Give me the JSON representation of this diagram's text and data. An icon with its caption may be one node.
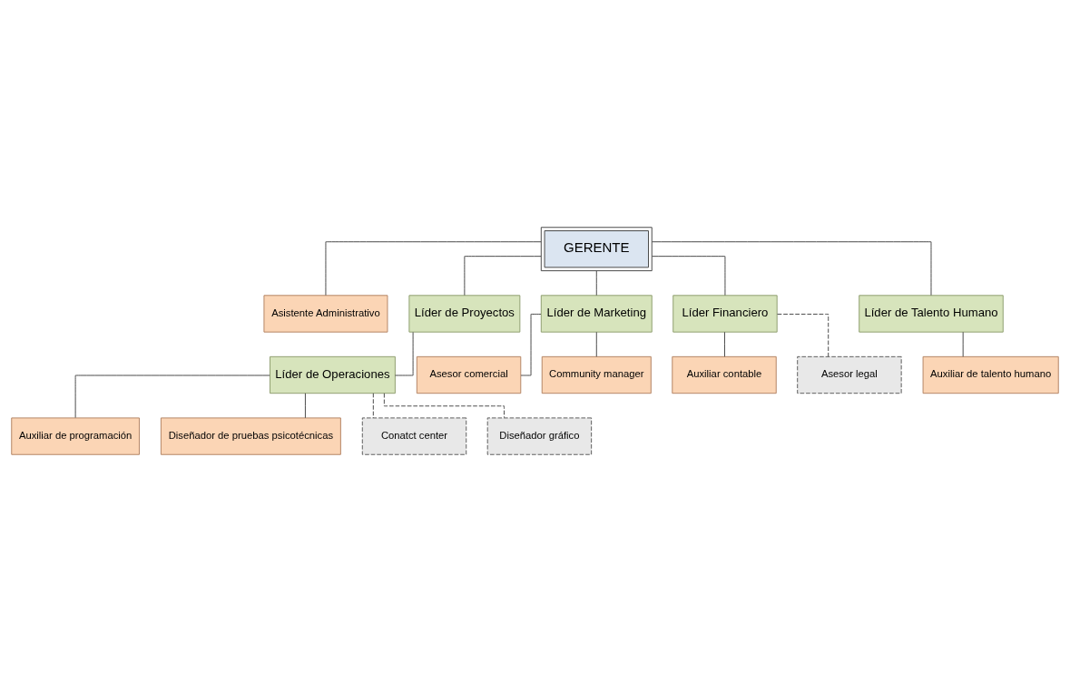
{
  "diagram": {
    "nodes": [
      {
        "text": [
          "GERENTE"
        ]
      },
      {
        "text": [
          "Asistente Administrativo"
        ]
      },
      {
        "text": [
          "Líder de Proyectos"
        ]
      },
      {
        "text": [
          "Líder de Marketing"
        ]
      },
      {
        "text": [
          "Líder Financiero"
        ]
      },
      {
        "text": [
          "Líder de Talento Humano"
        ]
      },
      {
        "text": [
          "Líder de Operaciones"
        ]
      },
      {
        "text": [
          "Auxiliar de programación"
        ]
      },
      {
        "text": [
          "Diseñador de pruebas psicotécnicas"
        ]
      },
      {
        "text": [
          "Conatct center"
        ]
      },
      {
        "text": [
          "Diseñador gráfico"
        ]
      },
      {
        "text": [
          "Asesor comercial"
        ]
      },
      {
        "text": [
          "Community manager"
        ]
      },
      {
        "text": [
          "Auxiliar contable"
        ]
      },
      {
        "text": [
          "Asesor legal"
        ]
      },
      {
        "text": [
          "Auxiliar de talento humano"
        ]
      }
    ],
    "edges": [
      {
        "from": 0,
        "to": 1,
        "arrow": "none"
      },
      {
        "from": 0,
        "to": 2,
        "arrow": "none"
      },
      {
        "from": 0,
        "to": 3,
        "arrow": "none"
      },
      {
        "from": 0,
        "to": 4,
        "arrow": "none"
      },
      {
        "from": 0,
        "to": 5,
        "arrow": "none"
      },
      {
        "from": 2,
        "to": 6,
        "arrow": "none"
      },
      {
        "from": 6,
        "to": 7,
        "arrow": "none"
      },
      {
        "from": 6,
        "to": 8,
        "arrow": "none"
      },
      {
        "from": 6,
        "to": 9,
        "arrow": "none",
        "style": "dashed"
      },
      {
        "from": 6,
        "to": 10,
        "arrow": "none",
        "style": "dashed"
      },
      {
        "from": 3,
        "to": 11,
        "arrow": "none"
      },
      {
        "from": 3,
        "to": 12,
        "arrow": "none"
      },
      {
        "from": 4,
        "to": 13,
        "arrow": "none"
      },
      {
        "from": 4,
        "to": 14,
        "arrow": "none",
        "style": "dashed"
      },
      {
        "from": 5,
        "to": 15,
        "arrow": "none"
      }
    ]
  }
}
